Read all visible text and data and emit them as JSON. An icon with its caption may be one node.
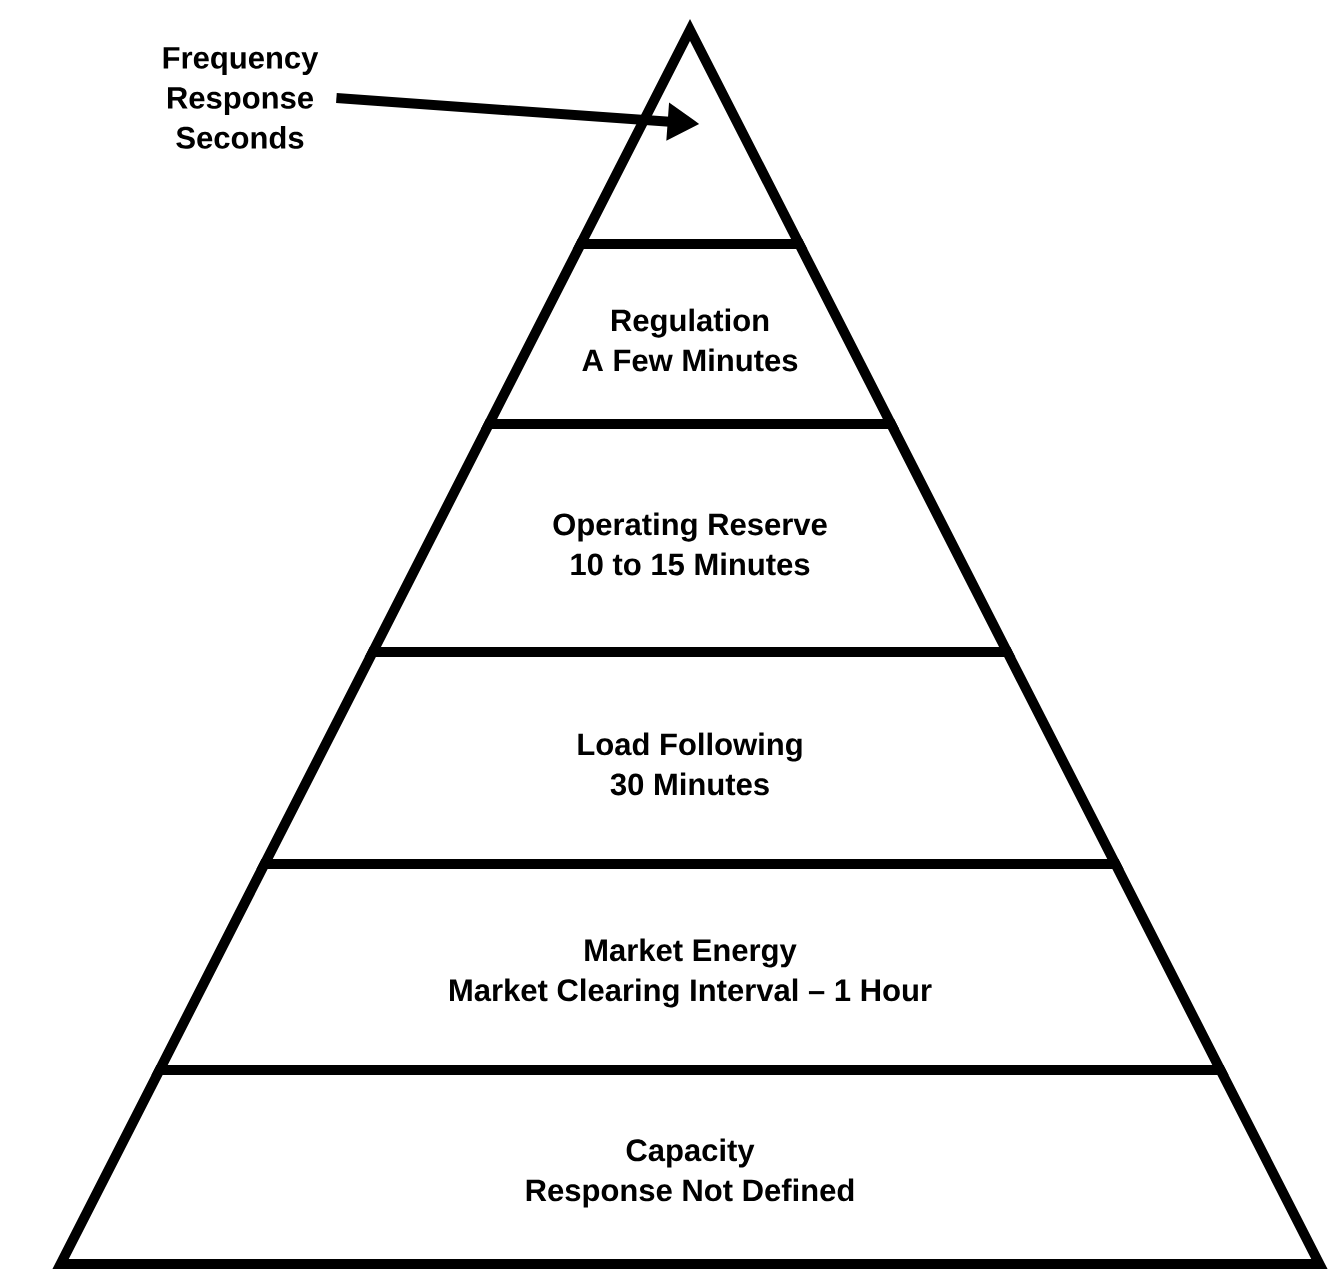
{
  "diagram": {
    "nodes": [
      {
        "text": [
          "Frequency Response",
          "Seconds"
        ]
      },
      {
        "text": [],
        "shape": "triangle"
      },
      {
        "text": [
          "Regulation",
          "A Few Minutes"
        ]
      },
      {
        "text": [
          "Operating Reserve",
          "10 to 15 Minutes"
        ]
      },
      {
        "text": [
          "Load Following",
          "30 Minutes"
        ]
      },
      {
        "text": [
          "Market Energy",
          "Market Clearing Interval – 1 Hour"
        ]
      },
      {
        "text": [
          "Capacity",
          "Response Not Defined"
        ]
      }
    ],
    "edges": [
      {
        "from": 0,
        "to": 1,
        "arrow": "to"
      }
    ]
  }
}
